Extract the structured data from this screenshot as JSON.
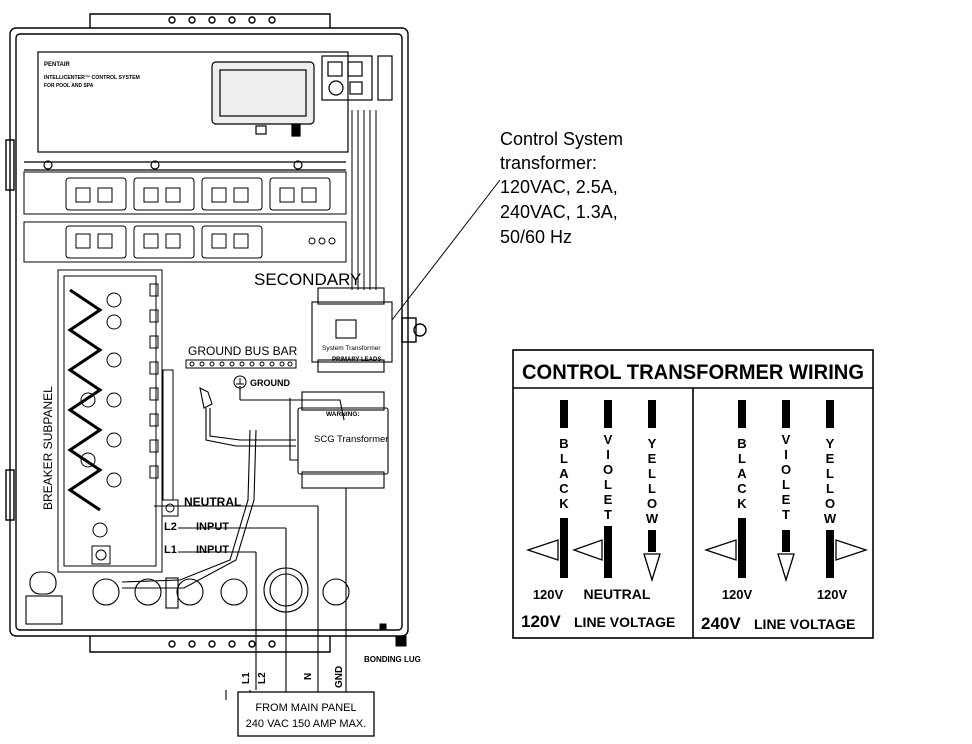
{
  "panel": {
    "brand": "PENTAIR",
    "product_line1": "INTELLICENTER™ CONTROL SYSTEM",
    "product_line2": "FOR POOL AND SPA",
    "secondary_label": "SECONDARY",
    "ground_bus_bar_label": "GROUND BUS BAR",
    "ground_label": "GROUND",
    "breaker_subpanel_label": "BREAKER SUBPANEL",
    "neutral_label": "NEUTRAL",
    "l2_label": "L2",
    "l1_label": "L1",
    "input_label": "INPUT",
    "system_transformer_label": "System Transformer",
    "primary_leads_label": "PRIMARY LEADS",
    "warning_label": "WARNING:",
    "scg_transformer_label": "SCG Transformer",
    "bonding_lug_label": "BONDING LUG",
    "wire_labels": [
      "L1",
      "L2",
      "N",
      "GND"
    ],
    "from_main_panel_line1": "FROM MAIN PANEL",
    "from_main_panel_line2": "240 VAC 150 AMP MAX."
  },
  "callout": {
    "lines": [
      "Control System",
      "transformer:",
      "120VAC, 2.5A,",
      "240VAC, 1.3A,",
      "50/60 Hz"
    ]
  },
  "wiring_chart": {
    "title": "CONTROL TRANSFORMER WIRING",
    "left": {
      "wires": [
        "BLACK",
        "VIOLET",
        "YELLOW"
      ],
      "connection_labels": [
        "120V",
        "NEUTRAL"
      ],
      "footer_voltage": "120V",
      "footer_text": "LINE VOLTAGE"
    },
    "right": {
      "wires": [
        "BLACK",
        "VIOLET",
        "YELLOW"
      ],
      "connection_labels": [
        "120V",
        "120V"
      ],
      "footer_voltage": "240V",
      "footer_text": "LINE VOLTAGE"
    }
  }
}
